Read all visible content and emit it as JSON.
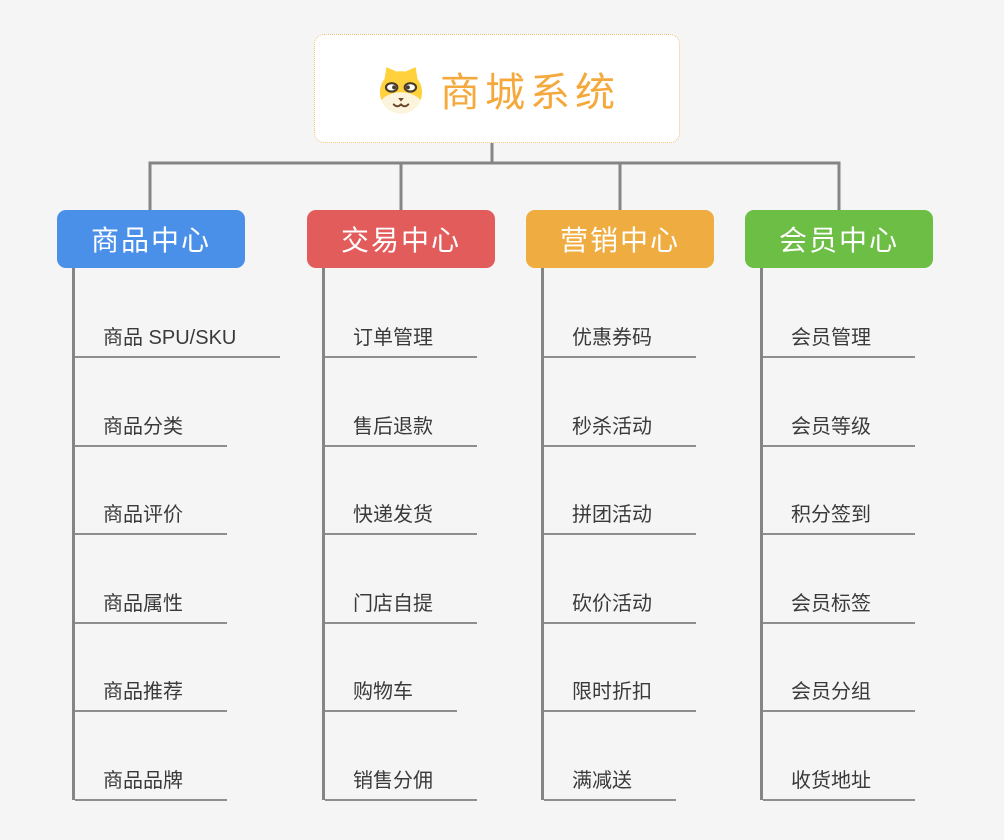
{
  "canvas": {
    "background": "#f5f5f6",
    "connector_color": "#858585"
  },
  "root": {
    "title": "商城系统",
    "icon": "dog-icon",
    "text_color": "#f5a93c",
    "border_color": "#efc078",
    "background": "#ffffff"
  },
  "branches": [
    {
      "label": "商品中心",
      "color": "#4a8fe8",
      "items": [
        "商品 SPU/SKU",
        "商品分类",
        "商品评价",
        "商品属性",
        "商品推荐",
        "商品品牌"
      ]
    },
    {
      "label": "交易中心",
      "color": "#e25c5c",
      "items": [
        "订单管理",
        "售后退款",
        "快递发货",
        "门店自提",
        "购物车",
        "销售分佣"
      ]
    },
    {
      "label": "营销中心",
      "color": "#efac41",
      "items": [
        "优惠券码",
        "秒杀活动",
        "拼团活动",
        "砍价活动",
        "限时折扣",
        "满减送"
      ]
    },
    {
      "label": "会员中心",
      "color": "#6cbe45",
      "items": [
        "会员管理",
        "会员等级",
        "积分签到",
        "会员标签",
        "会员分组",
        "收货地址"
      ]
    }
  ]
}
